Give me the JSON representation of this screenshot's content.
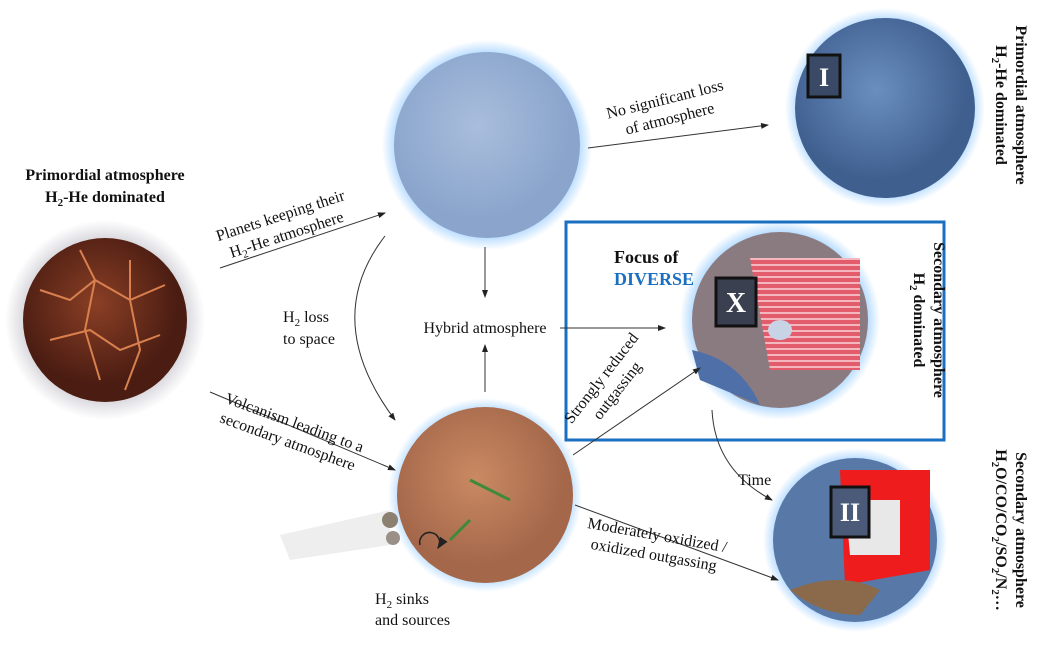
{
  "primordial_left": {
    "line1": "Primordial atmosphere",
    "line2_pre": "H",
    "line2_sub": "2",
    "line2_post": "-He dominated"
  },
  "planets_keeping": {
    "line1": "Planets keeping their",
    "line2_pre": "H",
    "line2_sub": "2",
    "line2_post": "-He atmosphere"
  },
  "no_loss": {
    "line1": "No significant loss",
    "line2": "of atmosphere"
  },
  "h2_loss": {
    "line1_pre": "H",
    "line1_sub": "2",
    "line1_post": " loss",
    "line2": "to space"
  },
  "hybrid": "Hybrid atmosphere",
  "focus": {
    "line1": "Focus of",
    "line2": "DIVERSE"
  },
  "volcanism": {
    "line1": "Volcanism leading to a",
    "line2": "secondary atmosphere"
  },
  "strongly_reduced": {
    "line1": "Strongly reduced",
    "line2": "outgassing"
  },
  "time": "Time",
  "moderately": {
    "line1": "Moderately oxidized /",
    "line2": "oxidized outgassing"
  },
  "sinks": {
    "line1_pre": "H",
    "line1_sub": "2",
    "line1_post": " sinks",
    "line2": "and sources"
  },
  "labels": {
    "I": "I",
    "X": "X",
    "II": "II"
  },
  "right_top": {
    "line1": "Primordial atmosphere",
    "line2_pre": "H",
    "line2_sub": "2",
    "line2_post": "-He dominated"
  },
  "right_mid": {
    "line1": "Secondary atmosphere",
    "line2_pre": "H",
    "line2_sub": "2",
    "line2_post": " dominated"
  },
  "right_bottom": {
    "line1": "Secondary atmosphere",
    "line2": [
      "H",
      "2",
      "O/CO/CO",
      "2",
      "/SO",
      "2",
      "/N",
      "2",
      "…"
    ]
  },
  "colors": {
    "accent": "#1a6fc0",
    "box": "#1a6fc0"
  }
}
